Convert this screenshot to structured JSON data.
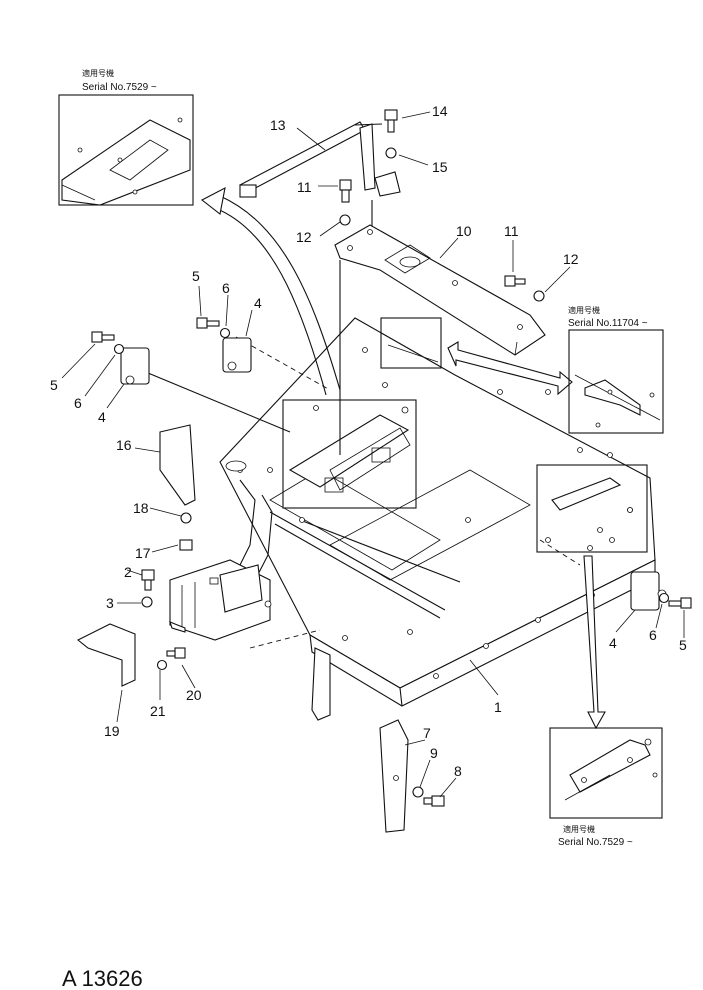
{
  "callouts": [
    {
      "id": "c1",
      "text": "1"
    },
    {
      "id": "c2",
      "text": "2"
    },
    {
      "id": "c3",
      "text": "3"
    },
    {
      "id": "c4a",
      "text": "4"
    },
    {
      "id": "c4b",
      "text": "4"
    },
    {
      "id": "c4c",
      "text": "4"
    },
    {
      "id": "c5a",
      "text": "5"
    },
    {
      "id": "c5b",
      "text": "5"
    },
    {
      "id": "c5c",
      "text": "5"
    },
    {
      "id": "c6a",
      "text": "6"
    },
    {
      "id": "c6b",
      "text": "6"
    },
    {
      "id": "c6c",
      "text": "6"
    },
    {
      "id": "c7",
      "text": "7"
    },
    {
      "id": "c8",
      "text": "8"
    },
    {
      "id": "c9",
      "text": "9"
    },
    {
      "id": "c10",
      "text": "10"
    },
    {
      "id": "c11a",
      "text": "11"
    },
    {
      "id": "c11b",
      "text": "11"
    },
    {
      "id": "c12a",
      "text": "12"
    },
    {
      "id": "c12b",
      "text": "12"
    },
    {
      "id": "c13",
      "text": "13"
    },
    {
      "id": "c14",
      "text": "14"
    },
    {
      "id": "c15",
      "text": "15"
    },
    {
      "id": "c16",
      "text": "16"
    },
    {
      "id": "c17",
      "text": "17"
    },
    {
      "id": "c18",
      "text": "18"
    },
    {
      "id": "c19",
      "text": "19"
    },
    {
      "id": "c20",
      "text": "20"
    },
    {
      "id": "c21",
      "text": "21"
    }
  ],
  "insets": [
    {
      "id": "topleft",
      "jp": "適用号機",
      "serial": "Serial No.7529 ~"
    },
    {
      "id": "right",
      "jp": "適用号機",
      "serial": "Serial No.11704 ~"
    },
    {
      "id": "bottomright",
      "jp": "適用号機",
      "serial": "Serial No.7529 ~"
    }
  ],
  "drawing_ref": "A 13626"
}
